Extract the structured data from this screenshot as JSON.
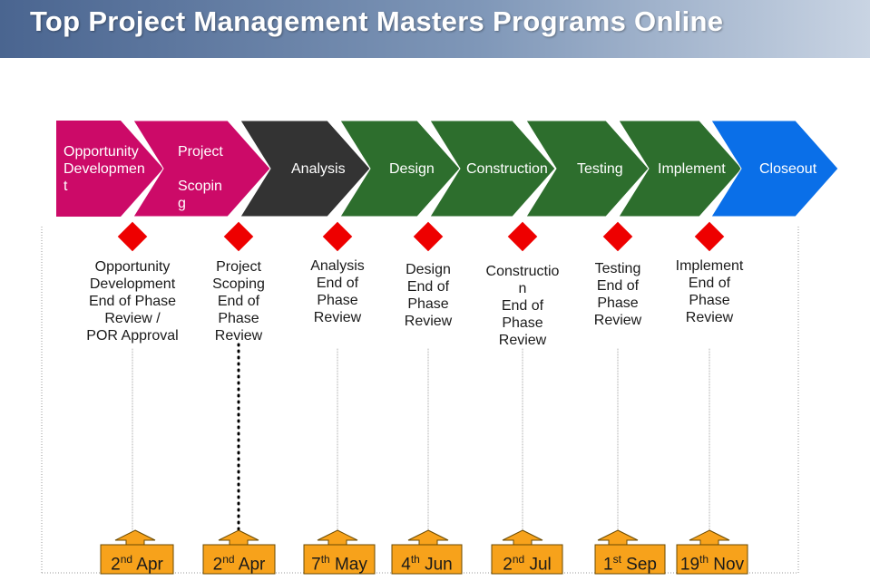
{
  "title": "Top Project Management Masters Programs Online",
  "colors": {
    "opportunity": "#cc0a68",
    "analysis": "#333333",
    "green": "#2d6e2d",
    "closeout": "#0a6fe8",
    "diamond": "#ee0000",
    "date_box": "#f7a21b"
  },
  "phases": [
    {
      "label": "Opportunity\nDevelopmen\nt",
      "color": "opportunity"
    },
    {
      "label": "Project\n\nScopin\ng",
      "color": "opportunity"
    },
    {
      "label": "Analysis",
      "color": "analysis"
    },
    {
      "label": "Design",
      "color": "green"
    },
    {
      "label": "Construction",
      "color": "green"
    },
    {
      "label": "Testing",
      "color": "green"
    },
    {
      "label": "Implement",
      "color": "green"
    },
    {
      "label": "Closeout",
      "color": "closeout"
    }
  ],
  "reviews": [
    "Opportunity\nDevelopment\nEnd of Phase\nReview /\nPOR Approval",
    "Project\nScoping\nEnd of\nPhase\nReview",
    "Analysis\nEnd of\nPhase\nReview",
    "Design\nEnd of\nPhase\nReview",
    "Constructio\nn\nEnd of\nPhase\nReview",
    "Testing\nEnd of\nPhase\nReview",
    "Implement\nEnd of\nPhase\nReview"
  ],
  "dates": [
    {
      "day": "2",
      "suffix": "nd",
      "month": "Apr"
    },
    {
      "day": "2",
      "suffix": "nd",
      "month": "Apr"
    },
    {
      "day": "7",
      "suffix": "th",
      "month": "May"
    },
    {
      "day": "4",
      "suffix": "th",
      "month": "Jun"
    },
    {
      "day": "2",
      "suffix": "nd",
      "month": "Jul"
    },
    {
      "day": "1",
      "suffix": "st",
      "month": "Sep"
    },
    {
      "day": "19",
      "suffix": "th",
      "month": "Nov"
    }
  ]
}
